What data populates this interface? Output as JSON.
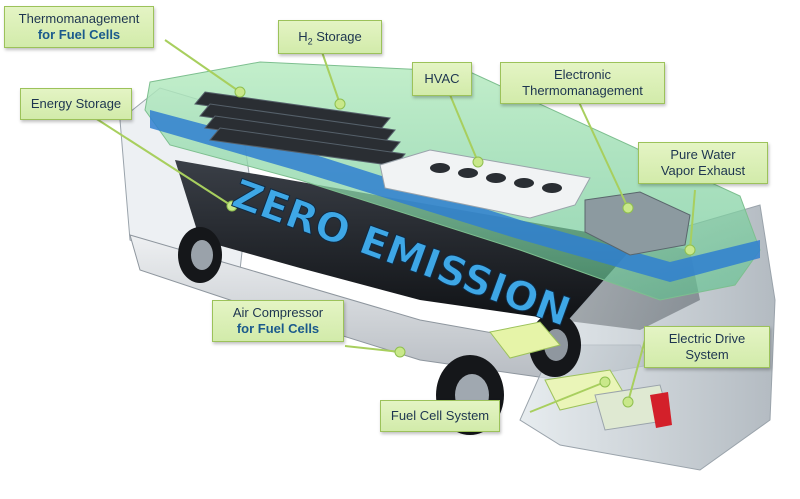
{
  "banner": "ZERO EMISSION",
  "labels": {
    "thermo_fuel": {
      "line1": "Thermomanagement",
      "line2": "for Fuel Cells"
    },
    "h2": {
      "prefix": "H",
      "sub": "2",
      "suffix": " Storage"
    },
    "energy": "Energy Storage",
    "hvac": "HVAC",
    "electronic_thermo": {
      "line1": "Electronic",
      "line2": "Thermomanagement"
    },
    "pure_water": {
      "line1": "Pure Water",
      "line2": "Vapor Exhaust"
    },
    "air_compressor": {
      "line1": "Air Compressor",
      "line2": "for Fuel Cells"
    },
    "electric_drive": {
      "line1": "Electric Drive",
      "line2": "System"
    },
    "fuel_cell": "Fuel Cell System"
  },
  "colors": {
    "callout_fill": "#d8eeb2",
    "callout_border": "#9cc25a",
    "leader": "#a8cf5e",
    "glass": "#7fd3a0",
    "roof_band": "#2f7fd0",
    "bus_body": "#1c1f24",
    "banner_text": "#3ea7e6"
  }
}
